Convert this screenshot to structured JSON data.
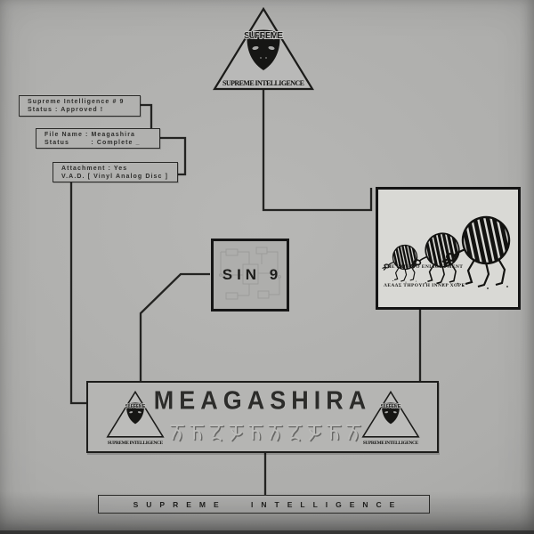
{
  "palette": {
    "background": "#adadab",
    "line_color": "#232321",
    "box_fill": "#b1b1af",
    "artwork_fill": "#d9d9d5",
    "ink": "#1d1d1b"
  },
  "logo": {
    "brand": "SUPREME",
    "caption": "SUPREME INTELLIGENCE"
  },
  "status_boxes": {
    "box1": {
      "line1": "Supreme Intelligence # 9",
      "line2": "Status : Approved !"
    },
    "box2": {
      "line1": "File Name : Meagashira",
      "line2": "Status        : Complete _"
    },
    "box3": {
      "line1": "Attachment : Yes",
      "line2": "V.A.D. [ Vinyl Analog Disc ]"
    }
  },
  "sin_box": {
    "label": "SIN 9"
  },
  "artwork": {
    "caption1": "THE PATH TO ENLIGHTMENT",
    "caption2": "ΛΕΑΔΣ ΤΗΡΟΥΓΗ ΙΝΝΕΡ ΧΟΡΕ",
    "illustration": "three-skeletal-ribcage-creatures"
  },
  "title_box": {
    "title": "MEAGASHIRA",
    "script_glyphs": "10 stylized brush glyphs (decorative)"
  },
  "footer": {
    "label": "SUPREME INTELLIGENCE"
  }
}
